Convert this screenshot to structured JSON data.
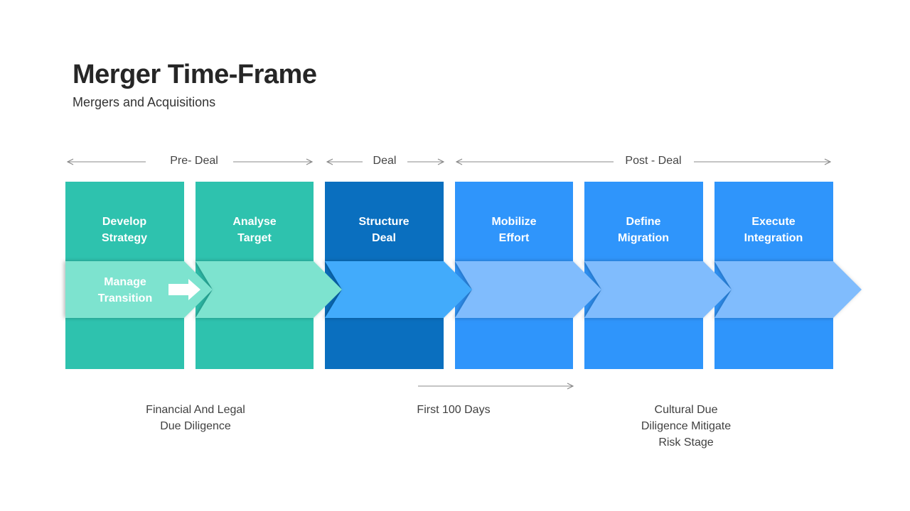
{
  "title": "Merger Time-Frame",
  "subtitle": "Mergers and Acquisitions",
  "phases": [
    {
      "label": "Pre- Deal"
    },
    {
      "label": "Deal"
    },
    {
      "label": "Post - Deal"
    }
  ],
  "steps": [
    {
      "line1": "Develop",
      "line2": "Strategy",
      "color": "#2ec2ae"
    },
    {
      "line1": "Analyse",
      "line2": "Target",
      "color": "#2ec2ae"
    },
    {
      "line1": "Structure",
      "line2": "Deal",
      "color": "#0a6fbf"
    },
    {
      "line1": "Mobilize",
      "line2": "Effort",
      "color": "#2f95fb"
    },
    {
      "line1": "Define",
      "line2": "Migration",
      "color": "#2f95fb"
    },
    {
      "line1": "Execute",
      "line2": "Integration",
      "color": "#2f95fb"
    }
  ],
  "band": {
    "line1": "Manage",
    "line2": "Transition",
    "icon": "right-arrow-icon"
  },
  "band_colors": [
    "#7de3cf",
    "#7de3cf",
    "#42abfb",
    "#80bcfd",
    "#80bcfd",
    "#80bcfd"
  ],
  "notes": [
    {
      "lines": [
        "Financial And Legal",
        "Due Diligence"
      ]
    },
    {
      "lines": [
        "First 100 Days"
      ]
    },
    {
      "lines": [
        "Cultural Due",
        "Diligence Mitigate",
        "Risk Stage"
      ]
    }
  ]
}
